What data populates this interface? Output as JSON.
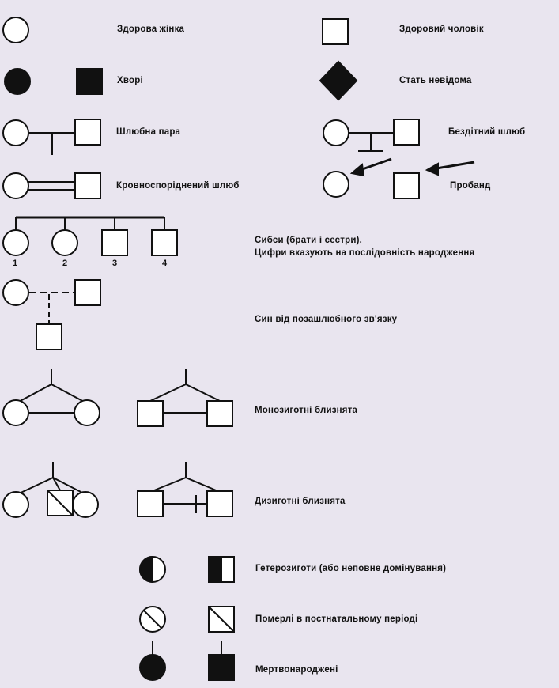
{
  "legend": {
    "healthy_female": "Здорова жінка",
    "healthy_male": "Здоровий чоловік",
    "affected": "Хворі",
    "sex_unknown": "Стать невідома",
    "married_couple": "Шлюбна пара",
    "childless_marriage": "Бездітний шлюб",
    "consanguineous_marriage": "Кровноспоріднений шлюб",
    "proband": "Пробанд",
    "siblings_line1": "Сибси (брати і сестри).",
    "siblings_line2": "Цифри вказують на послідовність народження",
    "sibling_numbers": [
      "1",
      "2",
      "3",
      "4"
    ],
    "illegitimate_son": "Син від позашлюбного зв'язку",
    "monozygotic_twins": "Монозиготні близнята",
    "dizygotic_twins": "Дизиготні близнята",
    "heterozygotes": "Гетерозиготи (або неповне домінування)",
    "postnatal_death": "Померлі в постнатальному періоді",
    "stillborn": "Мертвонароджені"
  },
  "colors": {
    "background": "#e9e5ef",
    "stroke": "#111111",
    "fill_affected": "#111111",
    "fill_healthy": "#ffffff"
  }
}
